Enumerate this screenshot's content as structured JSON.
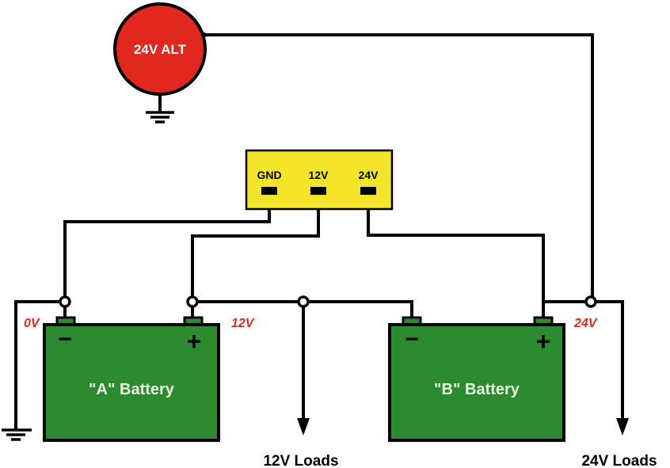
{
  "alternator": {
    "label": "24V ALT",
    "color": "#e0281e"
  },
  "isolator": {
    "terminals": [
      "GND",
      "12V",
      "24V"
    ],
    "color": "#f2e52a"
  },
  "batteries": [
    {
      "label": "\"A\" Battery",
      "neg": "−",
      "pos": "+",
      "color": "#2c8a30"
    },
    {
      "label": "\"B\" Battery",
      "neg": "−",
      "pos": "+",
      "color": "#2c8a30"
    }
  ],
  "voltage_labels": {
    "zero": "0V",
    "twelve": "12V",
    "twentyfour": "24V"
  },
  "loads": {
    "twelve": "12V Loads",
    "twentyfour": "24V Loads"
  }
}
